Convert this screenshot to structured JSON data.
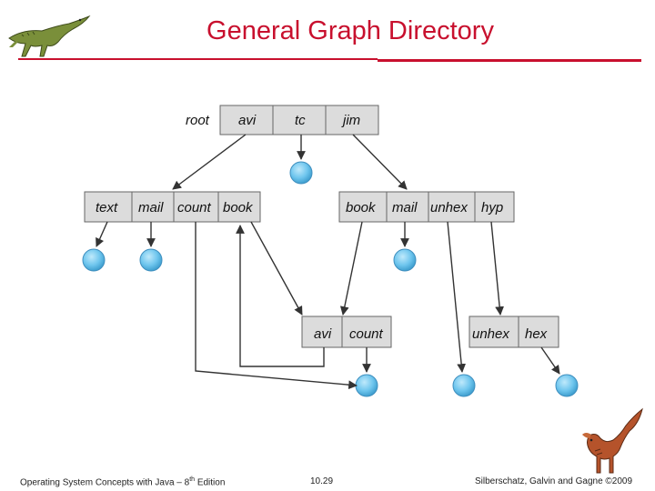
{
  "title": "General Graph Directory",
  "root_directory": {
    "label": "root",
    "entries": [
      "avi",
      "tc",
      "jim"
    ]
  },
  "avi_directory": {
    "entries": [
      "text",
      "mail",
      "count",
      "book"
    ]
  },
  "jim_directory": {
    "entries": [
      "book",
      "mail",
      "unhex",
      "hyp"
    ]
  },
  "book_directory": {
    "entries": [
      "avi",
      "count"
    ]
  },
  "unhex_directory": {
    "entries": [
      "unhex",
      "hex"
    ]
  },
  "footer": {
    "left_prefix": "Operating System Concepts with Java – 8",
    "left_sup": "th",
    "left_suffix": " Edition",
    "page": "10.29",
    "copyright": "Silberschatz, Galvin and Gagne ©2009"
  },
  "colors": {
    "title": "#c8102e",
    "directory_fill": "#dcdcdc",
    "file_node": "#6fc6ee",
    "line": "#333333"
  }
}
